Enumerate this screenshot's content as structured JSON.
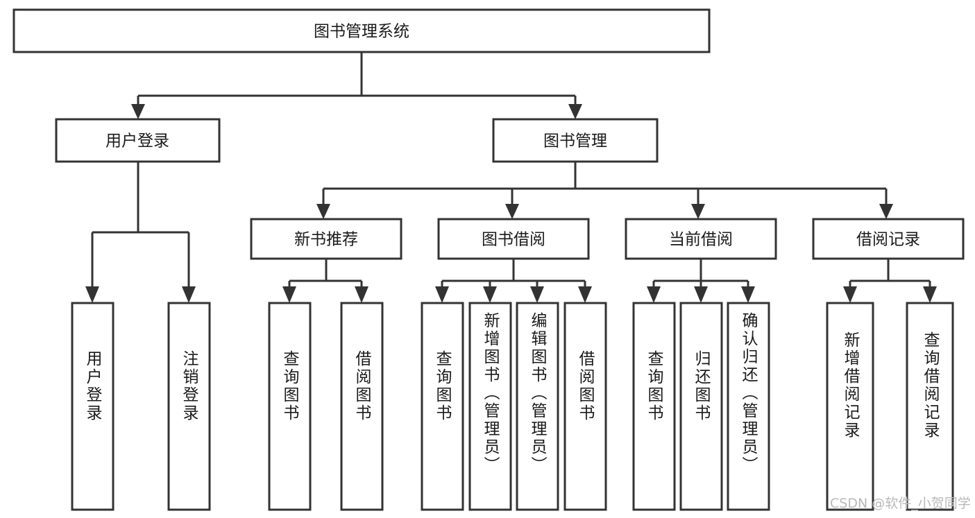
{
  "diagram": {
    "title": "图书管理系统",
    "type": "hierarchy-tree",
    "root": {
      "id": "root",
      "label": "图书管理系统",
      "orientation": "horizontal"
    },
    "level2": [
      {
        "id": "user-login",
        "label": "用户登录",
        "orientation": "horizontal"
      },
      {
        "id": "book-manage",
        "label": "图书管理",
        "orientation": "horizontal"
      }
    ],
    "level3": [
      {
        "id": "new-book-recommend",
        "label": "新书推荐",
        "parent": "book-manage",
        "orientation": "horizontal"
      },
      {
        "id": "book-borrow",
        "label": "图书借阅",
        "parent": "book-manage",
        "orientation": "horizontal"
      },
      {
        "id": "current-borrow",
        "label": "当前借阅",
        "parent": "book-manage",
        "orientation": "horizontal"
      },
      {
        "id": "borrow-record",
        "label": "借阅记录",
        "parent": "book-manage",
        "orientation": "horizontal"
      }
    ],
    "leaves": [
      {
        "id": "leaf-user-login",
        "label": "用户登录",
        "parent": "user-login",
        "orientation": "vertical"
      },
      {
        "id": "leaf-user-logout",
        "label": "注销登录",
        "parent": "user-login",
        "orientation": "vertical"
      },
      {
        "id": "leaf-query-book-1",
        "label": "查询图书",
        "parent": "new-book-recommend",
        "orientation": "vertical"
      },
      {
        "id": "leaf-borrow-book-1",
        "label": "借阅图书",
        "parent": "new-book-recommend",
        "orientation": "vertical"
      },
      {
        "id": "leaf-query-book-2",
        "label": "查询图书",
        "parent": "book-borrow",
        "orientation": "vertical"
      },
      {
        "id": "leaf-add-book",
        "label": "新增图书（管理员）",
        "parent": "book-borrow",
        "orientation": "vertical"
      },
      {
        "id": "leaf-edit-book",
        "label": "编辑图书（管理员）",
        "parent": "book-borrow",
        "orientation": "vertical"
      },
      {
        "id": "leaf-borrow-book-2",
        "label": "借阅图书",
        "parent": "book-borrow",
        "orientation": "vertical"
      },
      {
        "id": "leaf-query-book-3",
        "label": "查询图书",
        "parent": "current-borrow",
        "orientation": "vertical"
      },
      {
        "id": "leaf-return-book",
        "label": "归还图书",
        "parent": "current-borrow",
        "orientation": "vertical"
      },
      {
        "id": "leaf-confirm-return",
        "label": "确认归还（管理员）",
        "parent": "current-borrow",
        "orientation": "vertical"
      },
      {
        "id": "leaf-add-record",
        "label": "新增借阅记录",
        "parent": "borrow-record",
        "orientation": "vertical"
      },
      {
        "id": "leaf-query-record",
        "label": "查询借阅记录",
        "parent": "borrow-record",
        "orientation": "vertical"
      }
    ],
    "watermark": "CSDN @软件_小贺同学",
    "colors": {
      "box_stroke": "#333333",
      "box_fill": "#ffffff",
      "text": "#1a1a1a",
      "background": "#ffffff",
      "watermark": "#b9b9b9"
    }
  }
}
